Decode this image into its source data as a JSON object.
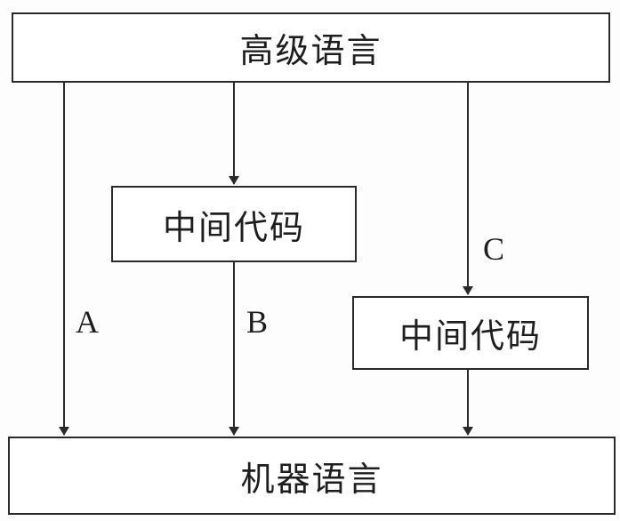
{
  "diagram": {
    "nodes": {
      "high_level_language": "高级语言",
      "intermediate_code_1": "中间代码",
      "intermediate_code_2": "中间代码",
      "machine_language": "机器语言"
    },
    "paths": {
      "a": "A",
      "b": "B",
      "c": "C"
    },
    "colors": {
      "stroke": "#2a2a2a",
      "text": "#1e1e1e",
      "background": "#ffffff"
    }
  }
}
